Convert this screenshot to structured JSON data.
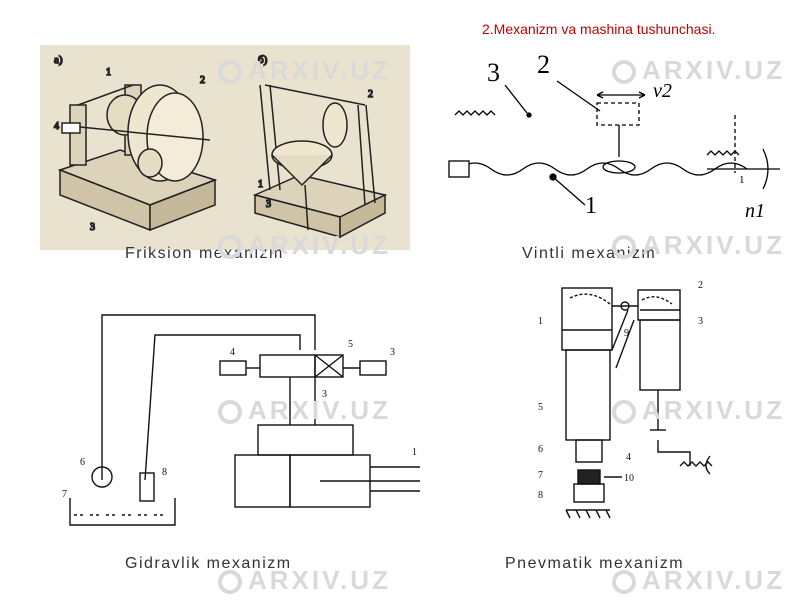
{
  "title": "2.Mexanizm va mashina tushunchasi.",
  "captions": {
    "friction": "Friksion mexanizm",
    "screw": "Vintli mexanizm",
    "hydraulic": "Gidravlik mexanizm",
    "pneumatic": "Pnevmatik mexanizm"
  },
  "watermark": "ARXIV.UZ",
  "friction_labels": {
    "a": "a)",
    "b": "б)",
    "n1": "1",
    "n2": "2",
    "n3": "3",
    "n4": "4",
    "m1": "1",
    "m2": "2",
    "m3": "3"
  },
  "screw_labels": {
    "n3": "3",
    "n2": "2",
    "n1": "1",
    "v2": "v2",
    "n_1": "n1",
    "one": "1"
  },
  "hydraulic_labels": {
    "n1": "1",
    "n3": "3",
    "n4": "4",
    "n5": "5",
    "n6": "6",
    "n7": "7",
    "n8": "8"
  },
  "pneumatic_labels": {
    "n1": "1",
    "n2": "2",
    "n3": "3",
    "n4": "4",
    "n5": "5",
    "n6": "6",
    "n7": "7",
    "n8": "8",
    "n9": "9",
    "n10": "10"
  }
}
